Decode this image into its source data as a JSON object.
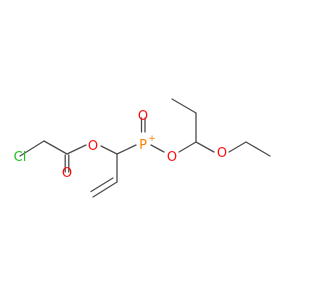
{
  "colors": {
    "background": "#ffffff",
    "bond": "#4a4a4a",
    "carbon": "#4a4a4a",
    "oxygen": "#ff0d0d",
    "phosphorus": "#ff8000",
    "chlorine": "#1fc01f"
  },
  "atoms": {
    "cl": "Cl",
    "o_carbonyl": "O",
    "o_ester": "O",
    "p": "P",
    "p_charge": "+",
    "o_p_double": "O",
    "o_p_ether": "O",
    "o_ethoxy": "O"
  }
}
